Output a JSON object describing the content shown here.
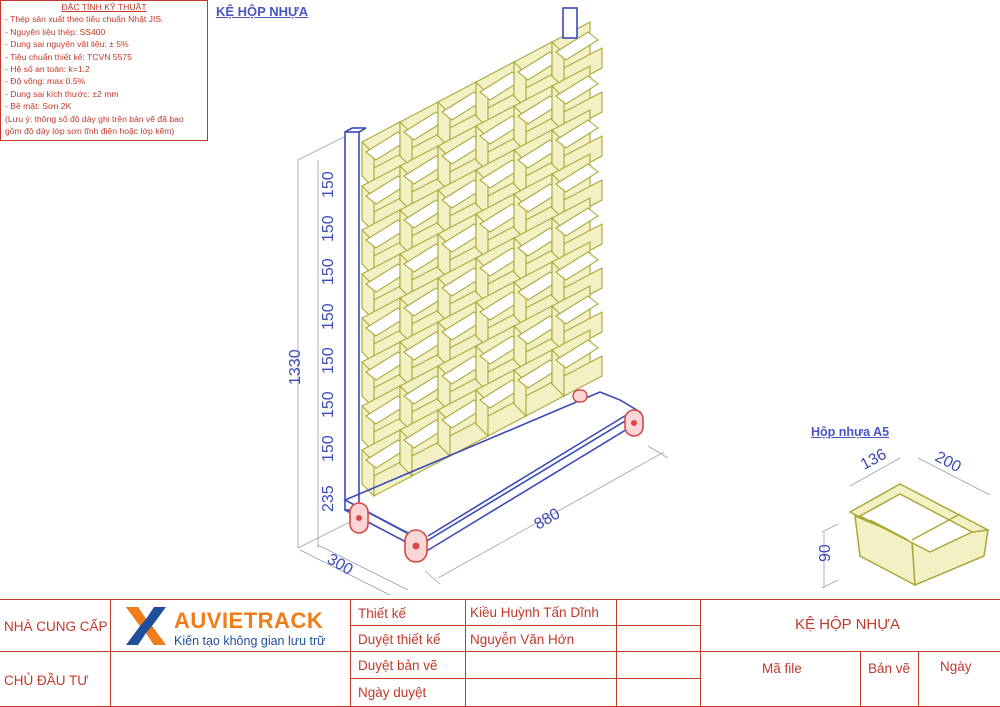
{
  "specs": {
    "heading": "ĐẶC TÍNH KỸ THUẬT",
    "items": [
      "- Thép sản xuất theo tiêu chuẩn Nhật JIS.",
      "- Nguyên liệu thép: SS400",
      "- Dung sai nguyên vật liệu: ± 5%",
      "- Tiêu chuẩn thiết kế: TCVN 5575",
      "- Hệ số an toàn: k=1.2",
      "- Độ võng: max 0.5%",
      "- Dung sai kích thước: ±2 mm",
      "- Bề mặt: Sơn 2K",
      "(Lưu ý: thông số độ dày ghi trên bản vẽ đã bao",
      "gồm độ dày lớp sơn tĩnh điện hoặc lớp kẽm)"
    ]
  },
  "drawing": {
    "title": "KỆ HỘP NHỰA",
    "dims": {
      "height_total": "1330",
      "levels": [
        "150",
        "150",
        "150",
        "150",
        "150",
        "150",
        "150"
      ],
      "base": "235",
      "depth": "300",
      "length": "880"
    },
    "detail": {
      "title": "Hộp nhựa A5",
      "width": "136",
      "length": "200",
      "height": "90"
    }
  },
  "colors": {
    "frame": "#3b4bb8",
    "bins": "#a9a83a",
    "bin_fill": "#f3f1c4",
    "wheel": "#d94848",
    "border": "#c0392b",
    "logo_orange": "#f07c1a",
    "logo_blue": "#1d4f9c"
  },
  "title_block": {
    "supplier_label": "NHÀ CUNG CẤP",
    "owner_label": "CHỦ ĐẦU TƯ",
    "logo_word": "AUVIETRACK",
    "logo_tagline": "Kiến tạo không gian lưu trữ",
    "rows": [
      {
        "label": "Thiết kế",
        "value": "Kiều Huỳnh Tấn Dĩnh"
      },
      {
        "label": "Duyệt thiết kế",
        "value": "Nguyễn Văn Hớn"
      },
      {
        "label": "Duyệt bản vẽ",
        "value": ""
      },
      {
        "label": "Ngày duyệt",
        "value": ""
      }
    ],
    "project_title": "KỆ HỘP NHỰA",
    "file_label": "Mã file",
    "rev_label": "Bản vẽ",
    "date_label": "Ngày"
  }
}
